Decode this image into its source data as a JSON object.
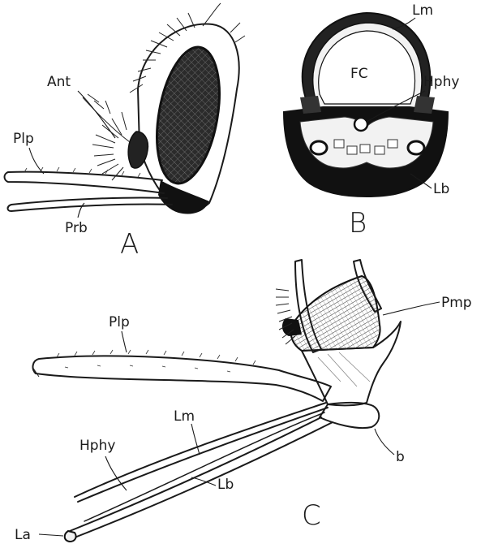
{
  "figure": {
    "panels": {
      "A": {
        "letter": "A",
        "labels": {
          "ant": "Ant",
          "plp": "Plp",
          "prb": "Prb"
        }
      },
      "B": {
        "letter": "B",
        "labels": {
          "lm": "Lm",
          "fc": "FC",
          "hphy": "Hphy",
          "lb": "Lb"
        }
      },
      "C": {
        "letter": "C",
        "labels": {
          "plp": "Plp",
          "pmp": "Pmp",
          "lm": "Lm",
          "hphy": "Hphy",
          "lb": "Lb",
          "b": "b",
          "la": "La"
        }
      }
    }
  }
}
